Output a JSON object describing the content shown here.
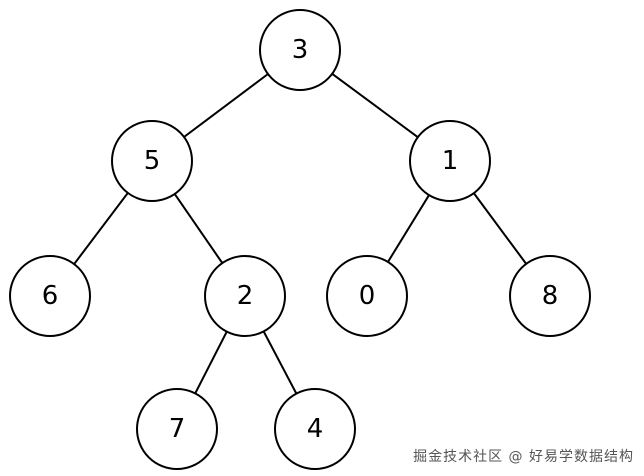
{
  "tree": {
    "nodes": [
      {
        "id": "n3",
        "value": "3"
      },
      {
        "id": "n5",
        "value": "5"
      },
      {
        "id": "n1",
        "value": "1"
      },
      {
        "id": "n6",
        "value": "6"
      },
      {
        "id": "n2",
        "value": "2"
      },
      {
        "id": "n0",
        "value": "0"
      },
      {
        "id": "n8",
        "value": "8"
      },
      {
        "id": "n7",
        "value": "7"
      },
      {
        "id": "n4",
        "value": "4"
      }
    ],
    "edges": [
      {
        "from": "n3",
        "to": "n5"
      },
      {
        "from": "n3",
        "to": "n1"
      },
      {
        "from": "n5",
        "to": "n6"
      },
      {
        "from": "n5",
        "to": "n2"
      },
      {
        "from": "n1",
        "to": "n0"
      },
      {
        "from": "n1",
        "to": "n8"
      },
      {
        "from": "n2",
        "to": "n7"
      },
      {
        "from": "n2",
        "to": "n4"
      }
    ]
  },
  "watermark": "掘金技术社区 @ 好易学数据结构"
}
